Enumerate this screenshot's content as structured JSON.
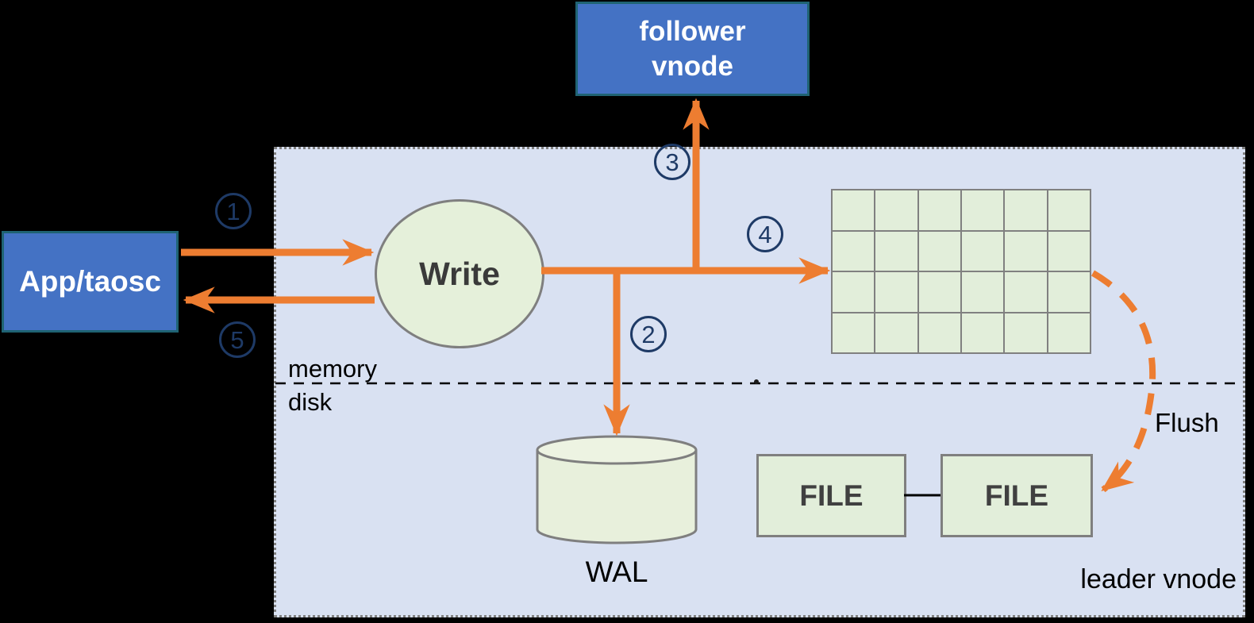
{
  "colors": {
    "page_background": "#000000",
    "container_fill": "#D9E1F2",
    "container_border": "#808080",
    "node_blue_fill": "#4472C4",
    "node_blue_border": "#1F6373",
    "node_green_fill": "#E2EEDA",
    "node_gray_border": "#7F7F7F",
    "arrow_orange": "#ED7D31",
    "step_circle_navy": "#1E3A66"
  },
  "nodes": {
    "app": {
      "label": "App/taosc"
    },
    "follower": {
      "line1": "follower",
      "line2": "vnode"
    },
    "write": {
      "label": "Write"
    },
    "wal": {
      "label": "WAL"
    },
    "file1": {
      "label": "FILE"
    },
    "file2": {
      "label": "FILE"
    }
  },
  "labels": {
    "memory": "memory",
    "disk": "disk",
    "flush": "Flush",
    "leader": "leader vnode"
  },
  "steps": [
    {
      "n": "1"
    },
    {
      "n": "2"
    },
    {
      "n": "3"
    },
    {
      "n": "4"
    },
    {
      "n": "5"
    }
  ],
  "memtable_grid": {
    "rows": 4,
    "cols": 6
  }
}
